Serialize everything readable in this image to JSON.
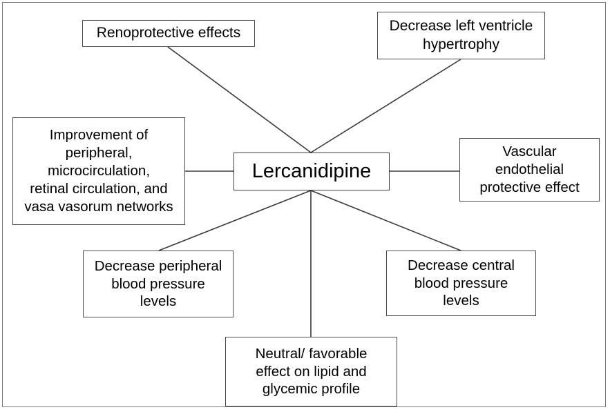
{
  "diagram": {
    "type": "hub-and-spoke concept map",
    "center": {
      "id": "lercanidipine",
      "label": "Lercanidipine"
    },
    "nodes": [
      {
        "id": "renoprotective-effects",
        "label": "Renoprotective effects",
        "position": "top-left"
      },
      {
        "id": "decrease-left-ventricle-hypertrophy",
        "label": "Decrease left ventricle\nhypertrophy",
        "position": "top-right"
      },
      {
        "id": "improvement-of-circulation",
        "label": "Improvement of\nperipheral,\nmicrocirculation,\nretinal circulation, and\nvasa vasorum networks",
        "position": "left"
      },
      {
        "id": "vascular-endothelial-protective-effect",
        "label": "Vascular\nendothelial\nprotective effect",
        "position": "right"
      },
      {
        "id": "decrease-peripheral-blood-pressure",
        "label": "Decrease peripheral\nblood pressure\nlevels",
        "position": "bottom-left"
      },
      {
        "id": "decrease-central-blood-pressure",
        "label": "Decrease central\nblood pressure\nlevels",
        "position": "bottom-right"
      },
      {
        "id": "neutral-favorable-lipid-glycemic",
        "label": "Neutral/ favorable\neffect on lipid and\nglycemic profile",
        "position": "bottom-center"
      }
    ],
    "edges": [
      {
        "from": "lercanidipine",
        "to": "renoprotective-effects"
      },
      {
        "from": "lercanidipine",
        "to": "decrease-left-ventricle-hypertrophy"
      },
      {
        "from": "lercanidipine",
        "to": "improvement-of-circulation"
      },
      {
        "from": "lercanidipine",
        "to": "vascular-endothelial-protective-effect"
      },
      {
        "from": "lercanidipine",
        "to": "decrease-peripheral-blood-pressure"
      },
      {
        "from": "lercanidipine",
        "to": "decrease-central-blood-pressure"
      },
      {
        "from": "lercanidipine",
        "to": "neutral-favorable-lipid-glycemic"
      }
    ],
    "colors": {
      "background": "#ffffff",
      "text": "#000000",
      "box_border": "#4a4a4a",
      "frame_border": "#7c7c7c",
      "connector": "#3a3a3a"
    }
  }
}
